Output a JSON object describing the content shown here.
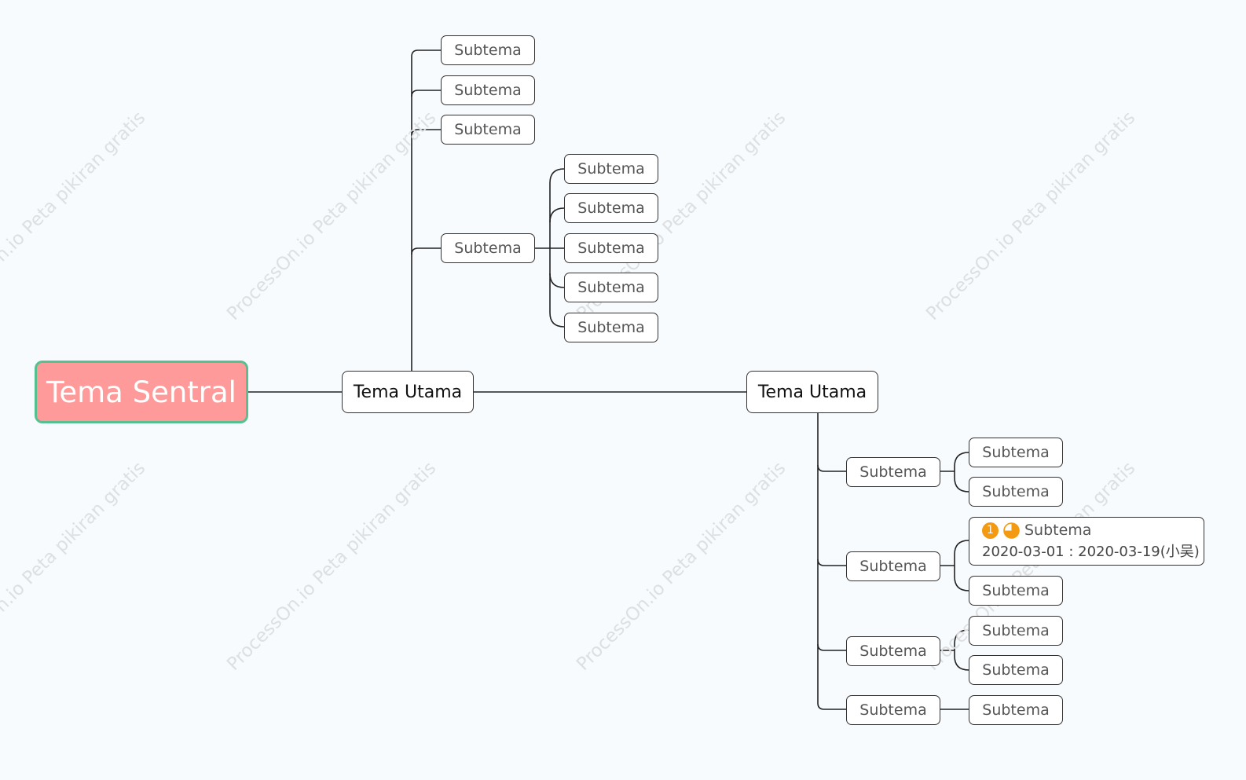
{
  "central": {
    "label": "Tema Sentral"
  },
  "main_topics": [
    {
      "label": "Tema Utama"
    },
    {
      "label": "Tema Utama"
    }
  ],
  "branch_a": {
    "subtopics": [
      "Subtema",
      "Subtema",
      "Subtema",
      "Subtema"
    ],
    "children_of_fourth": [
      "Subtema",
      "Subtema",
      "Subtema",
      "Subtema",
      "Subtema"
    ]
  },
  "branch_b": {
    "groups": [
      {
        "label": "Subtema",
        "children": [
          "Subtema",
          "Subtema"
        ]
      },
      {
        "label": "Subtema",
        "children": [
          "Subtema",
          "Subtema"
        ]
      },
      {
        "label": "Subtema",
        "children": [
          "Subtema",
          "Subtema"
        ]
      },
      {
        "label": "Subtema",
        "children": [
          "Subtema"
        ]
      }
    ],
    "task": {
      "priority": "1",
      "progress_icon": "three-quarter-pie-icon",
      "dates": "2020-03-01 : 2020-03-19(小吴)"
    }
  },
  "watermark": {
    "text": "ProcessOn.io Peta pikiran gratis"
  },
  "colors": {
    "central_fill": "#fe9a99",
    "central_border": "#55c190",
    "priority_badge": "#f39a12",
    "progress": "#f39a12",
    "line": "#222222"
  }
}
